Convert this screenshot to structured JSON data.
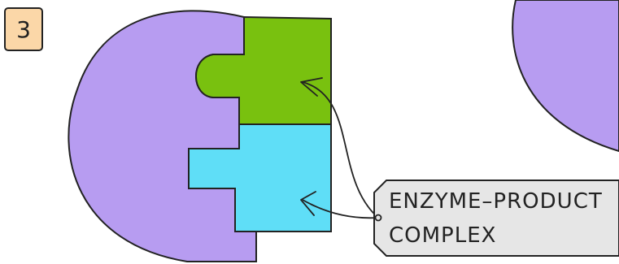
{
  "step": {
    "number": "3"
  },
  "label": {
    "line1": "ENZYME–PRODUCT",
    "line2": "COMPLEX"
  },
  "colors": {
    "enzyme": "#b79cf1",
    "product_top": "#79c10f",
    "product_bottom": "#5fdef7",
    "badge_fill": "#fbd7a8",
    "label_fill": "#e6e6e6",
    "outline": "#222222"
  },
  "icons": {
    "step_badge": "rounded-square",
    "label_box": "callout-tag"
  }
}
